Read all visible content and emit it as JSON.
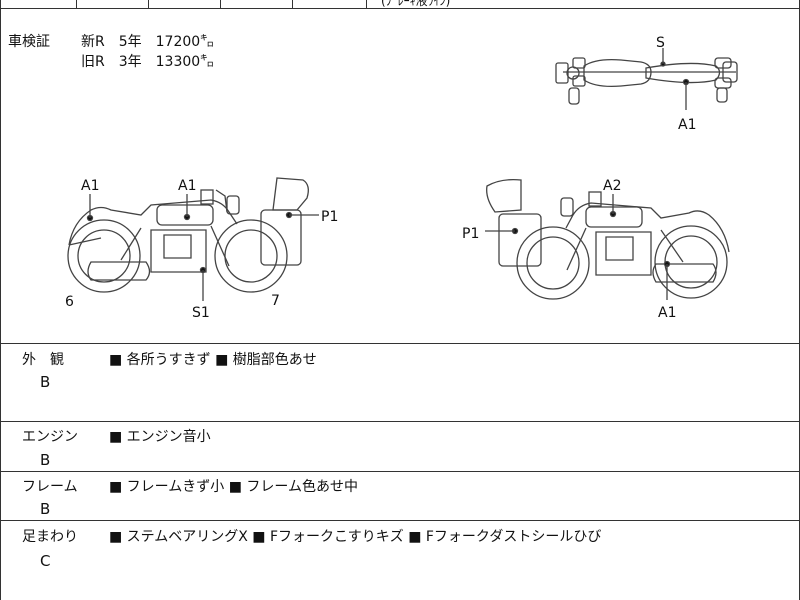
{
  "top_fragment": "(ﾌﾞﾚｰｷ液ﾗｲﾝ)",
  "shaken": {
    "label": "車検証",
    "row1": "新R　5年　17200㌔",
    "row2": "旧R　3年　13300㌔"
  },
  "diagram_labels": {
    "top_view": {
      "s": "S",
      "a1": "A1"
    },
    "left_view": {
      "a1_rear": "A1",
      "a1_tank": "A1",
      "p1": "P1",
      "s1": "S1",
      "rear_num": "6",
      "front_num": "7"
    },
    "right_view": {
      "a2": "A2",
      "p1": "P1",
      "a1": "A1"
    }
  },
  "sections": [
    {
      "label": "外　観",
      "grade": "B",
      "comment": "■ 各所うすきず ■ 樹脂部色あせ"
    },
    {
      "label": "エンジン",
      "grade": "B",
      "comment": "■ エンジン音小"
    },
    {
      "label": "フレーム",
      "grade": "B",
      "comment": "■ フレームきず小 ■ フレーム色あせ中"
    },
    {
      "label": "足まわり",
      "grade": "C",
      "comment": "■ ステムベアリングX ■ Fフォークこすりキズ ■ Fフォークダストシールひび"
    }
  ]
}
